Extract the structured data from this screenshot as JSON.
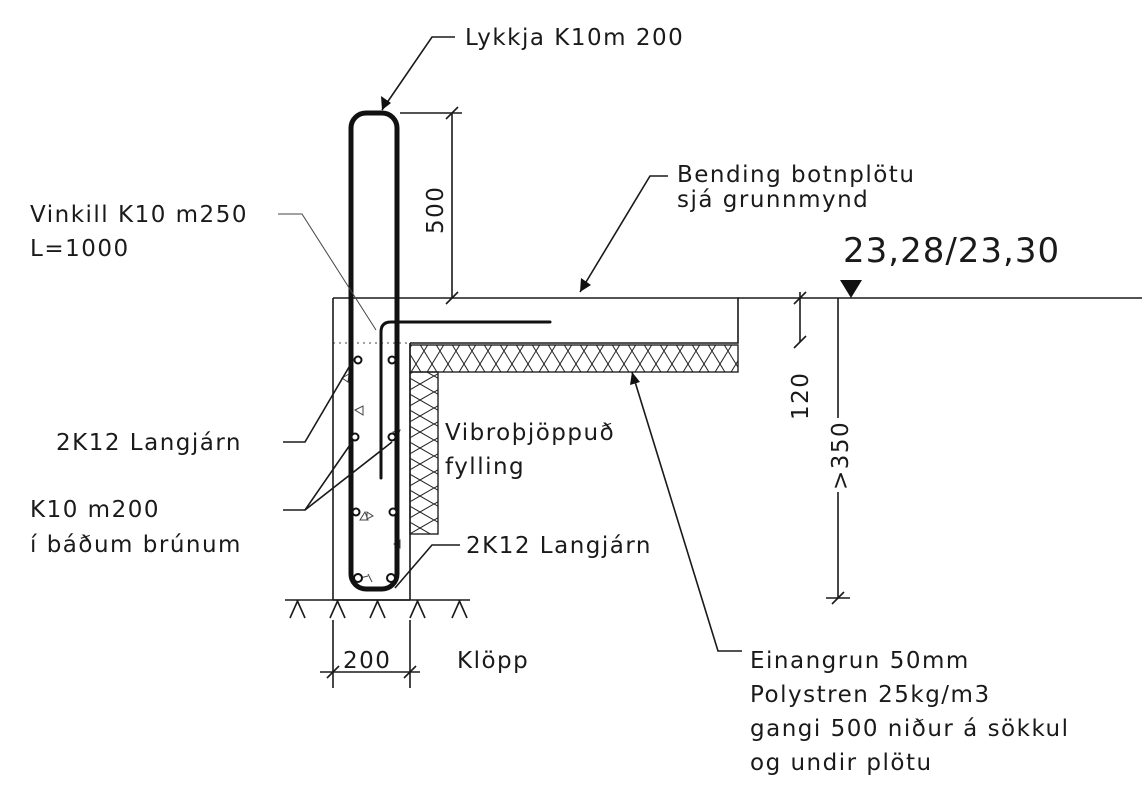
{
  "labels": {
    "loop": "Lykkja K10m 200",
    "slab_bend_1": "Bending botnplötu",
    "slab_bend_2": "sjá grunnmynd",
    "angle_1": "Vinkill K10 m250",
    "angle_2": "L=1000",
    "elevation": "23,28/23,30",
    "long_bars_left": "2K12 Langjárn",
    "fill_1": "Vibroþjöppuð",
    "fill_2": "fylling",
    "stirrups_1": "K10 m200",
    "stirrups_2": "í báðum brúnum",
    "long_bars_right": "2K12 Langjárn",
    "rock": "Klöpp",
    "insulation_1": "Einangrun 50mm",
    "insulation_2": "Polystren 25kg/m3",
    "insulation_3": "gangi 500 niður á sökkul",
    "insulation_4": "og undir plötu"
  },
  "dimensions": {
    "loop_height": "500",
    "slab_thickness": "120",
    "foundation_depth": ">350",
    "wall_width": "200"
  }
}
